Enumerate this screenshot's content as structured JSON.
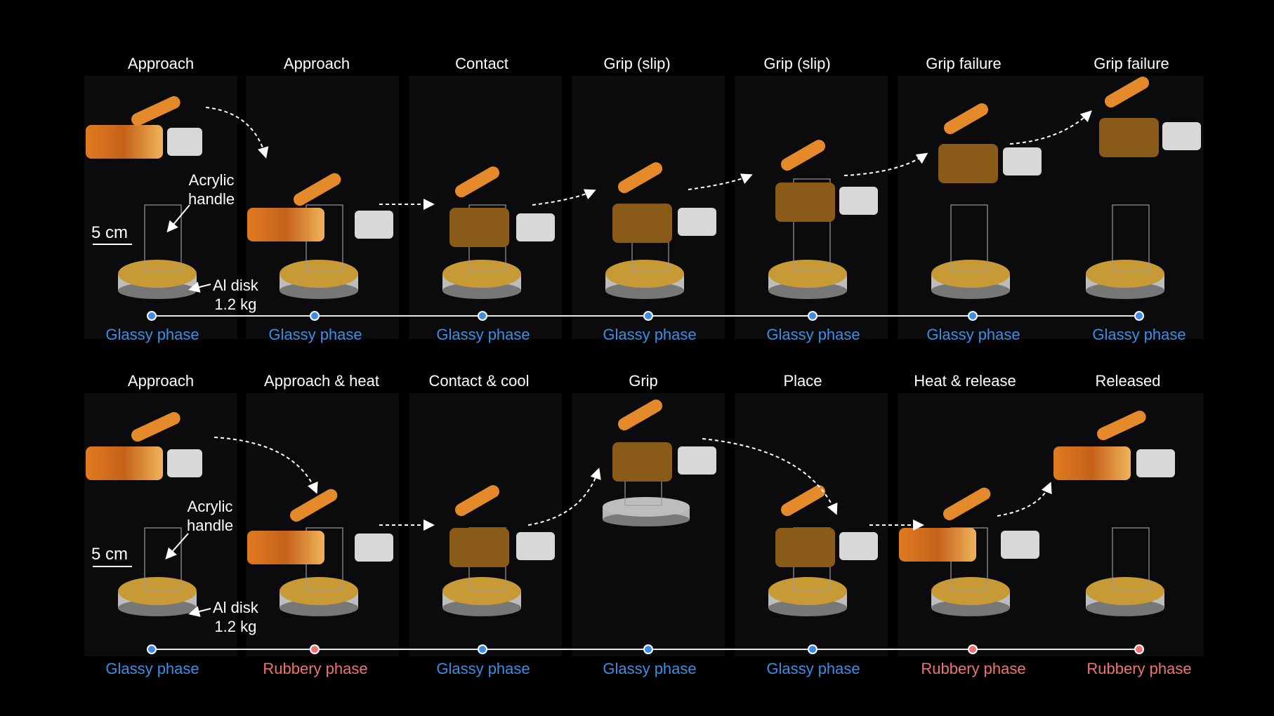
{
  "rows": [
    {
      "titles": [
        "Approach",
        "Approach",
        "Contact",
        "Grip (slip)",
        "Grip (slip)",
        "Grip failure",
        "Grip failure"
      ],
      "phases": [
        "Glassy phase",
        "Glassy phase",
        "Glassy phase",
        "Glassy phase",
        "Glassy phase",
        "Glassy phase",
        "Glassy phase"
      ],
      "phase_kinds": [
        "glassy",
        "glassy",
        "glassy",
        "glassy",
        "glassy",
        "glassy",
        "glassy"
      ],
      "annotations": {
        "handle": [
          "Acrylic",
          "handle"
        ],
        "scale": "5 cm",
        "disk": [
          "Al disk",
          "1.2 kg"
        ]
      }
    },
    {
      "titles": [
        "Approach",
        "Approach & heat",
        "Contact & cool",
        "Grip",
        "Place",
        "Heat & release",
        "Released"
      ],
      "phases": [
        "Glassy phase",
        "Rubbery phase",
        "Glassy phase",
        "Glassy phase",
        "Glassy phase",
        "Rubbery phase",
        "Rubbery phase"
      ],
      "phase_kinds": [
        "glassy",
        "rubbery",
        "glassy",
        "glassy",
        "glassy",
        "rubbery",
        "rubbery"
      ],
      "annotations": {
        "handle": [
          "Acrylic",
          "handle"
        ],
        "scale": "5 cm",
        "disk": [
          "Al disk",
          "1.2 kg"
        ]
      }
    }
  ],
  "colors": {
    "glassy": "#3a8ee6",
    "rubbery": "#f07272",
    "background": "#000000"
  }
}
